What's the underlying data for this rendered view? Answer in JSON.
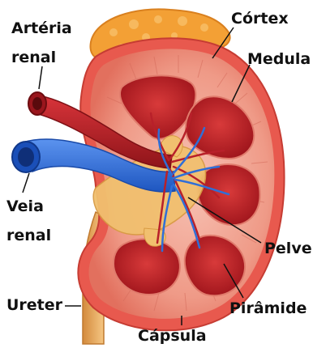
{
  "labels": {
    "arteria_line1": "Artéria",
    "arteria_line2": "renal",
    "cortex": "Córtex",
    "medula": "Medula",
    "veia_line1": "Veia",
    "veia_line2": "renal",
    "pelve": "Pelve",
    "ureter": "Ureter",
    "piramide": "Pirâmide",
    "capsula": "Cápsula"
  },
  "colors": {
    "capsule": "#e8594e",
    "cortex": "#f4a99a",
    "medulla": "#cf3d3a",
    "pyramid": "#b11d22",
    "pelvis": "#f1c06f",
    "ureter": "#e7ad5a",
    "adrenal": "#f3a035",
    "artery": "#b8202a",
    "vein": "#2f6fd8"
  }
}
